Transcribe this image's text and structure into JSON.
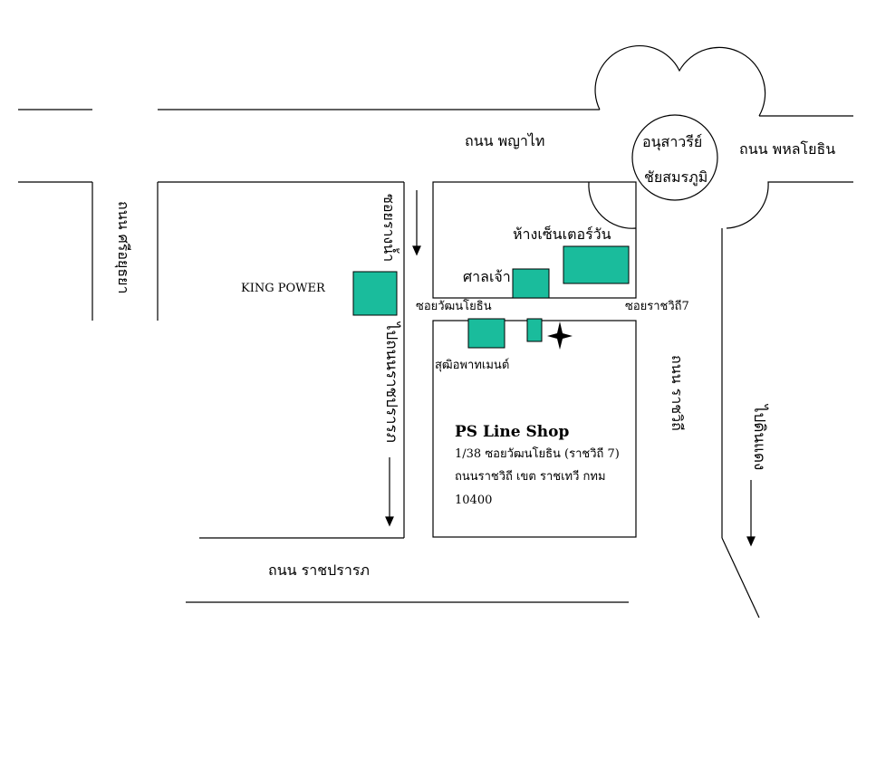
{
  "roads": {
    "phaya_thai": "ถนน พญาไท",
    "phahon_yothin": "ถนน พหลโยธิน",
    "si_ayutthaya": "ถนน ศรีอยุธยา",
    "soi_rang_nam": "ซอยรางน้ำ",
    "to_ratchaprarop": "ไปถนนราชปรารภ",
    "soi_watthanayothin": "ซอยวัฒนโยธิน",
    "soi_ratchawithi_7": "ซอยราชวิถี7",
    "ratchawithi": "ถนน ราชวิถี",
    "to_din_daeng": "ไปดินแดง",
    "ratchaprarop": "ถนน ราชปรารภ"
  },
  "landmarks": {
    "victory_monument_line1": "อนุสาวรีย์",
    "victory_monument_line2": "ชัยสมรภูมิ",
    "center_one": "ห้างเซ็นเตอร์วัน",
    "shrine": "ศาลเจ้า",
    "king_power": "KING POWER",
    "suchada_apartment": "สุฒิอพาทเมนต์"
  },
  "shop": {
    "name": "PS Line Shop",
    "address_line1": "1/38 ซอยวัฒนโยธิน (ราชวิถี 7)",
    "address_line2": "ถนนราชวิถี เขต ราชเทวี กทม",
    "postcode": "10400"
  },
  "colors": {
    "building": "#1abc9c",
    "line": "#000000"
  }
}
